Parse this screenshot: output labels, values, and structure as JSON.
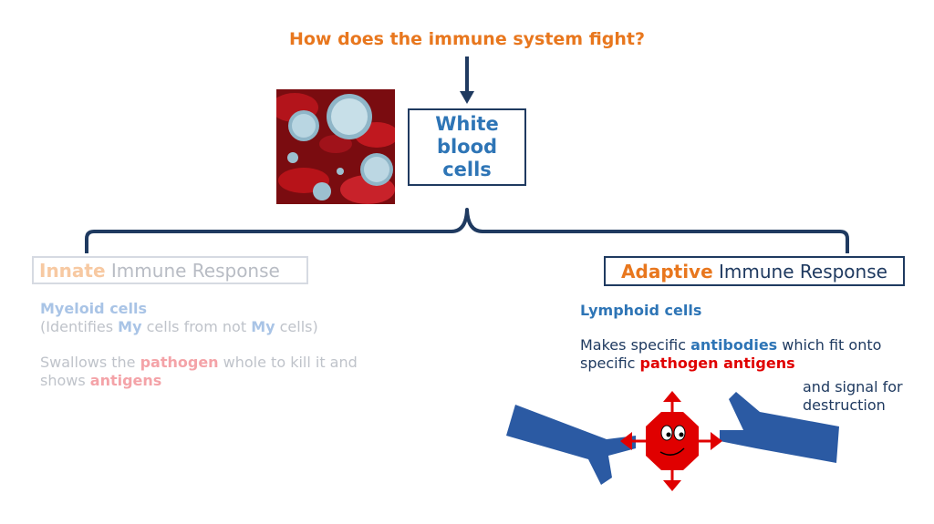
{
  "title": "How does the immune system fight?",
  "white_blood_cells": {
    "line1": "White",
    "line2": "blood",
    "line3": "cells"
  },
  "innate": {
    "keyword": "Innate",
    "label": " Immune Response",
    "cells_title": "Myeloid cells",
    "identifies_pre": "(Identifies ",
    "identifies_my1": "My",
    "identifies_mid": " cells from not ",
    "identifies_my2": "My",
    "identifies_post": " cells)",
    "action_pre": "Swallows the ",
    "action_pathogen": "pathogen",
    "action_mid": " whole to kill it and",
    "action_line2_pre": "shows ",
    "action_antigens": "antigens"
  },
  "adaptive": {
    "keyword": "Adaptive",
    "label": " Immune Response",
    "cells_title": "Lymphoid cells",
    "makes_pre": "Makes specific ",
    "makes_antibodies": "antibodies",
    "makes_mid": " which fit onto",
    "makes_line2_pre": "specific ",
    "makes_pathogen_antigens": "pathogen antigens",
    "signal_line1": "and signal for",
    "signal_line2": "destruction"
  },
  "colors": {
    "title_orange": "#e8771e",
    "navy": "#1f3a60",
    "blue": "#2e75b6",
    "red": "#e00000",
    "antibody_blue": "#2b5aa3"
  },
  "icons": [
    "down-arrow-icon",
    "brace-icon",
    "white-blood-cell-photo",
    "antibody-icon",
    "pathogen-icon"
  ]
}
